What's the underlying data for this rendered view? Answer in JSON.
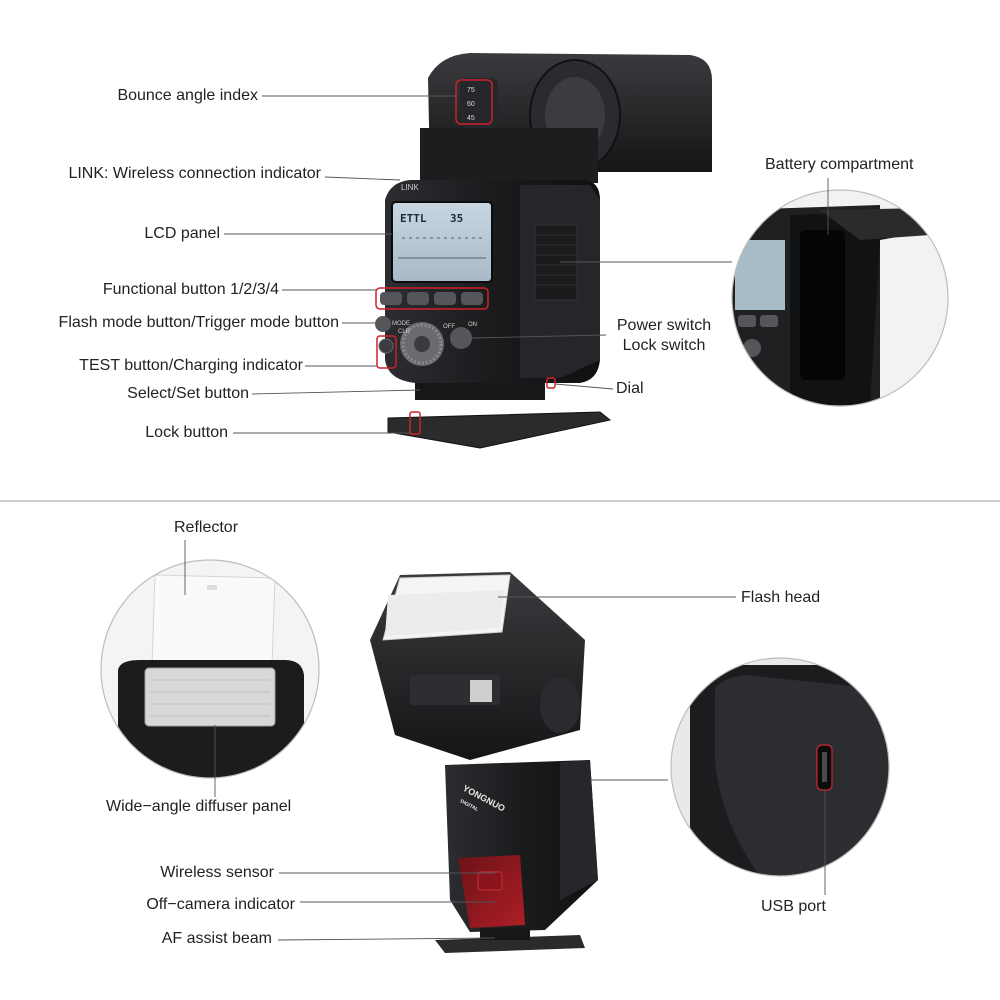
{
  "labels": {
    "bounce_angle_index": "Bounce angle index",
    "link_indicator": "LINK: Wireless connection indicator",
    "lcd_panel": "LCD panel",
    "functional_button": "Functional button 1/2/3/4",
    "flash_mode_button": "Flash mode button/Trigger mode button",
    "test_button": "TEST button/Charging indicator",
    "select_set_button": "Select/Set button",
    "lock_button": "Lock button",
    "battery_compartment": "Battery compartment",
    "power_switch": "Power switch",
    "lock_switch": "Lock switch",
    "dial": "Dial",
    "reflector": "Reflector",
    "wide_angle_diffuser": "Wide−angle diffuser panel",
    "flash_head": "Flash head",
    "usb_port": "USB port",
    "wireless_sensor": "Wireless sensor",
    "off_camera_indicator": "Off−camera indicator",
    "af_assist_beam": "AF assist beam"
  },
  "device_text": {
    "link": "LINK",
    "lcd_mode": "ETTL",
    "lcd_zoom": "35",
    "mode_key": "MODE",
    "clr_key": "CLR",
    "on_key": "ON",
    "off_key": "OFF",
    "brand": "YONGNUO",
    "brand_sub": "DIGITAL",
    "bounce_marks": [
      "75",
      "60",
      "45"
    ]
  },
  "colors": {
    "body": "#1d1e20",
    "body_light": "#3a3b3e",
    "lcd": "#b9c9d6",
    "highlight": "#d0212a",
    "line": "#555555",
    "divider": "#9a9a9a"
  }
}
